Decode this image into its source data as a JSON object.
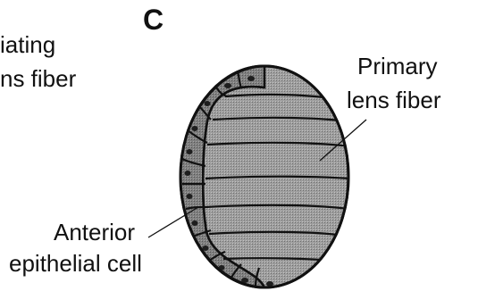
{
  "panel": {
    "letter": "C"
  },
  "labels": {
    "left_cut_line1": "iating",
    "left_cut_line2": "ns fiber",
    "primary_line1": "Primary",
    "primary_line2": "lens fiber",
    "anterior_line1": "Anterior",
    "anterior_line2": "epithelial cell"
  },
  "colors": {
    "background": "#ffffff",
    "outline": "#111111",
    "fiber_fill": "#9e9e9e",
    "epithelium_fill": "#7f7f7f",
    "nucleus_fill": "#1e1e1e"
  }
}
